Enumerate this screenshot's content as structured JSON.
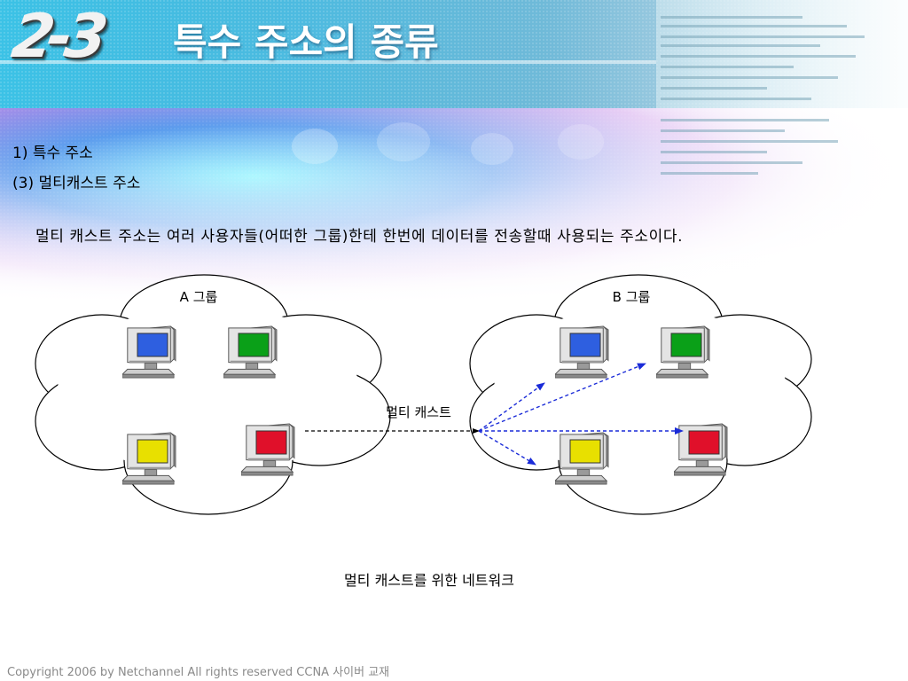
{
  "header": {
    "section_number": "2-3",
    "title": "특수 주소의 종류"
  },
  "content": {
    "heading1": "1) 특수 주소",
    "heading2": "(3) 멀티캐스트 주소",
    "description": "멀티 캐스트 주소는 여러 사용자들(어떠한 그룹)한테 한번에 데이터를 전송할때 사용되는 주소이다."
  },
  "diagram": {
    "group_a_label": "A 그룹",
    "group_b_label": "B 그룹",
    "multicast_label": "멀티 캐스트",
    "caption": "멀티 캐스트를 위한 네트워크",
    "screen_colors": {
      "blue": "#2e5fe0",
      "green": "#0aa018",
      "yellow": "#e8e000",
      "red": "#e0102a"
    },
    "arrow_color": "#1a2bd8"
  },
  "footer": {
    "copyright": "Copyright 2006 by Netchannel All rights reserved CCNA 사이버 교재"
  }
}
